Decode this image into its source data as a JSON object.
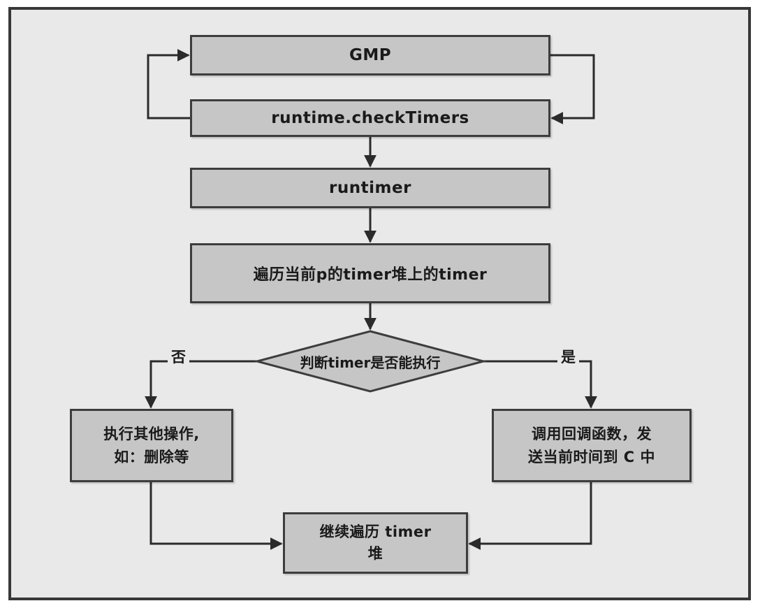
{
  "diagram": {
    "colors": {
      "frame-bg": "#e9e9e9",
      "node-fill": "#c6c6c6",
      "node-border": "#3d3d3d",
      "line": "#2b2b2b",
      "text": "#1a1a1a"
    },
    "nodes": {
      "gmp": {
        "label": "GMP"
      },
      "check_timers": {
        "label": "runtime.checkTimers"
      },
      "runtimer": {
        "label": "runtimer"
      },
      "iterate": {
        "label": "遍历当前p的timer堆上的timer"
      },
      "decision": {
        "label": "判断timer是否能执行"
      },
      "other_ops": {
        "line1": "执行其他操作,",
        "line2": "如：删除等"
      },
      "callback": {
        "line1": "调用回调函数，发",
        "line2": "送当前时间到 C 中"
      },
      "continue_loop": {
        "line1": "继续遍历 timer",
        "line2": "堆"
      }
    },
    "edge_labels": {
      "no": "否",
      "yes": "是"
    }
  }
}
